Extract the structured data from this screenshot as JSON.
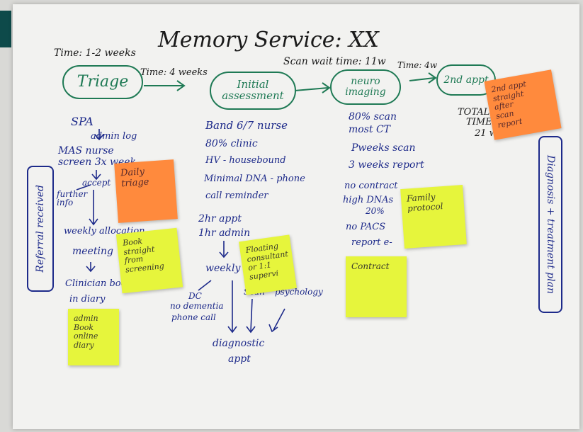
{
  "title": "Memory Service: XX",
  "time_triage": "Time: 1-2 weeks",
  "triage_label": "Triage",
  "time_to_initial": "Time: 4 weeks",
  "initial_label": "Initial assessment",
  "scan_wait": "Scan wait time: 11w",
  "neuro_label": "neuro imaging",
  "time_to_2nd": "Time: 4w",
  "second_label": "2nd appt",
  "total_time": [
    "TOTAL",
    "TIME",
    "21 we"
  ],
  "triage_column": [
    "SPA",
    "admin log",
    "MAS nurse",
    "screen 3x week",
    "accept",
    "further info",
    "weekly allocation",
    "meeting",
    "Clinician book",
    "in diary"
  ],
  "initial_column": [
    "Band 6/7 nurse",
    "80% clinic",
    "HV - housebound",
    "Minimal DNA - phone",
    "call reminder",
    "2hr appt",
    "1hr admin",
    "weekly",
    "DC",
    "no dementia",
    "phone call",
    "Scan",
    "psychology",
    "diagnostic",
    "appt"
  ],
  "neuro_column": [
    "80% scan",
    "most CT",
    "Pweeks scan",
    "3 weeks report",
    "no contract",
    "high DNAs",
    "20%",
    "no PACS",
    "report e-"
  ],
  "referral_received": "Referral received",
  "diagnosis_plan": "Diagnosis + treatment plan",
  "stickies": {
    "daily_triage": "Daily\ntriage",
    "book_straight": "Book\nstraight\nfrom\nscreening",
    "admin_book": "admin\nBook\nonline\ndiary",
    "floating": "Floating\nconsultant\nor 1:1\nsupervi",
    "family_protocol": "Family\nprotocol",
    "contract": "Contract",
    "second_appt": "2nd appt\nstraight\nafter\nscan\nreport"
  },
  "colors": {
    "marker_blue": "#1d2a8a",
    "marker_green": "#1f7a55",
    "sticky_orange": "#ff8a3d",
    "sticky_yellow": "#e6f53c"
  }
}
